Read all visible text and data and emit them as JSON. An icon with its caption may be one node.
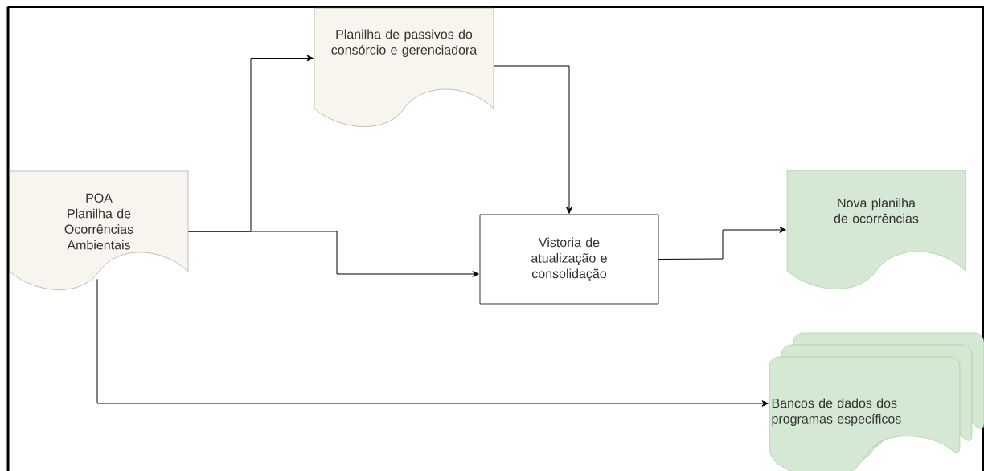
{
  "diagram": {
    "nodes": [
      {
        "text": [
          "POA",
          "Planilha de Ocorrências Ambientais"
        ]
      },
      {
        "text": [
          "Planilha de passivos do consórcio e gerenciadora"
        ]
      },
      {
        "text": [
          "Vistoria de atualização e consolidação"
        ]
      },
      {
        "text": [
          "Nova planilha de ocorrências"
        ]
      },
      {
        "text": [
          "Bancos de dados dos programas específicos"
        ]
      }
    ],
    "edges": [
      {
        "from": 0,
        "to": 1,
        "arrow": "to"
      },
      {
        "from": 0,
        "to": 2,
        "arrow": "to"
      },
      {
        "from": 1,
        "to": 2,
        "arrow": "to"
      },
      {
        "from": 2,
        "to": 3,
        "arrow": "to"
      },
      {
        "from": 0,
        "to": 4,
        "arrow": "to"
      }
    ]
  }
}
